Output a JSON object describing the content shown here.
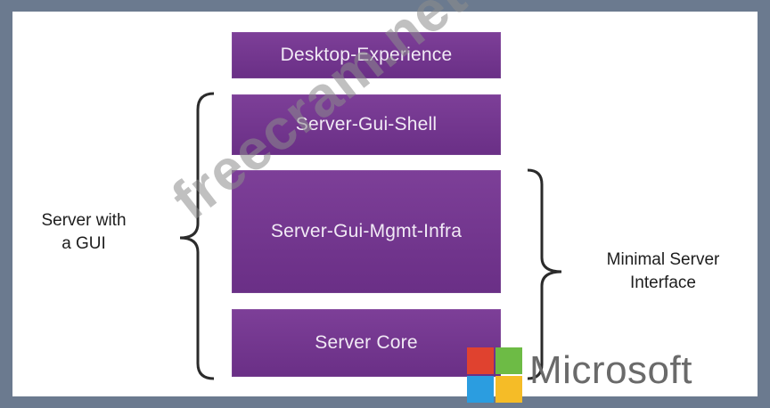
{
  "layers": {
    "desktop_experience": "Desktop-Experience",
    "server_gui_shell": "Server-Gui-Shell",
    "server_gui_mgmt_infra": "Server-Gui-Mgmt-Infra",
    "server_core": "Server Core"
  },
  "labels": {
    "server_with_gui_line1": "Server with",
    "server_with_gui_line2": "a GUI",
    "minimal_server_line1": "Minimal Server",
    "minimal_server_line2": "Interface"
  },
  "watermark": "freecram.net",
  "brand": {
    "name": "Microsoft",
    "colors": {
      "red": "#e0422f",
      "green": "#6dbb45",
      "blue": "#2b9de0",
      "yellow": "#f5bc27"
    }
  },
  "colors": {
    "layer": "#7d3f98",
    "frame": "#6b7a8f"
  }
}
